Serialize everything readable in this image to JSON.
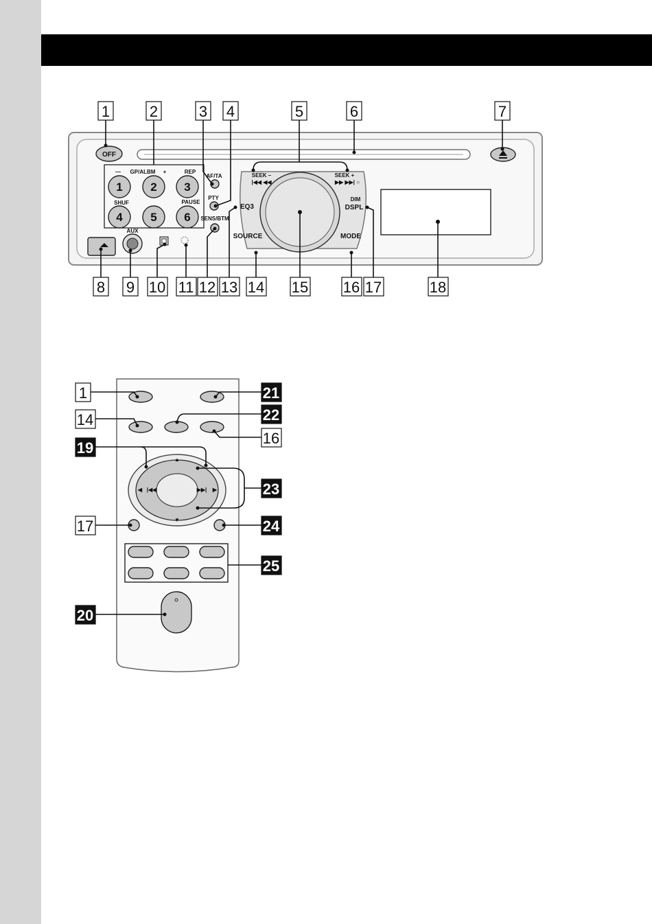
{
  "main_unit": {
    "buttons": {
      "off": "OFF",
      "group_label": "GP/ALBM",
      "minus": "—",
      "plus": "+",
      "rep": "REP",
      "shuf": "SHUF",
      "pause": "PAUSE",
      "presets": [
        "1",
        "2",
        "3",
        "4",
        "5",
        "6"
      ],
      "af_ta": "AF/TA",
      "pty": "PTY",
      "sens_btm": "SENS/BTM",
      "aux": "AUX",
      "seek_minus": "SEEK –",
      "seek_plus": "SEEK +",
      "eq3": "EQ3",
      "source": "SOURCE",
      "dim": "DIM",
      "dspl": "DSPL",
      "mode": "MODE"
    },
    "callouts_top": [
      "1",
      "2",
      "3",
      "4",
      "5",
      "6",
      "7"
    ],
    "callouts_bottom": [
      "8",
      "9",
      "10",
      "11",
      "12",
      "13",
      "14",
      "15",
      "16",
      "17",
      "18"
    ]
  },
  "remote": {
    "callouts_left": [
      "1",
      "14",
      "19",
      "17",
      "20"
    ],
    "callouts_right": [
      "21",
      "22",
      "16",
      "23",
      "24",
      "25"
    ]
  }
}
